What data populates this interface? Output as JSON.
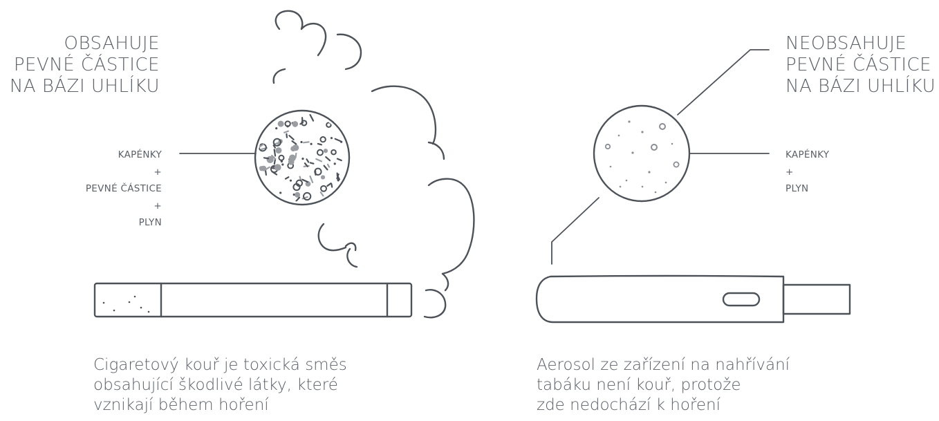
{
  "left": {
    "heading": [
      "OBSAHUJE",
      "PEVNÉ ČÁSTICE",
      "NA BÁZI UHLÍKU"
    ],
    "components": [
      "KAPÉNKY",
      "+",
      "PEVNÉ ČÁSTICE",
      "+",
      "PLYN"
    ],
    "caption": [
      "Cigaretový kouř je toxická směs",
      "obsahující škodlivé látky, které",
      "vznikají během hoření"
    ]
  },
  "right": {
    "heading": [
      "NEOBSAHUJE",
      "PEVNÉ ČÁSTICE",
      "NA BÁZI UHLÍKU"
    ],
    "components": [
      "KAPÉNKY",
      "+",
      "PLYN"
    ],
    "caption": [
      "Aerosol ze zařízení na nahřívání",
      "tabáku není kouř, protože",
      "zde nedochází k hoření"
    ]
  },
  "colors": {
    "stroke": "#4d5258",
    "particle": "#9a9ea3",
    "text": "#5b6067"
  },
  "icons": [
    "cigarette-icon",
    "smoke-cloud-icon",
    "smoke-particles-circle-icon",
    "aerosol-particles-circle-icon",
    "heated-tobacco-device-icon"
  ]
}
